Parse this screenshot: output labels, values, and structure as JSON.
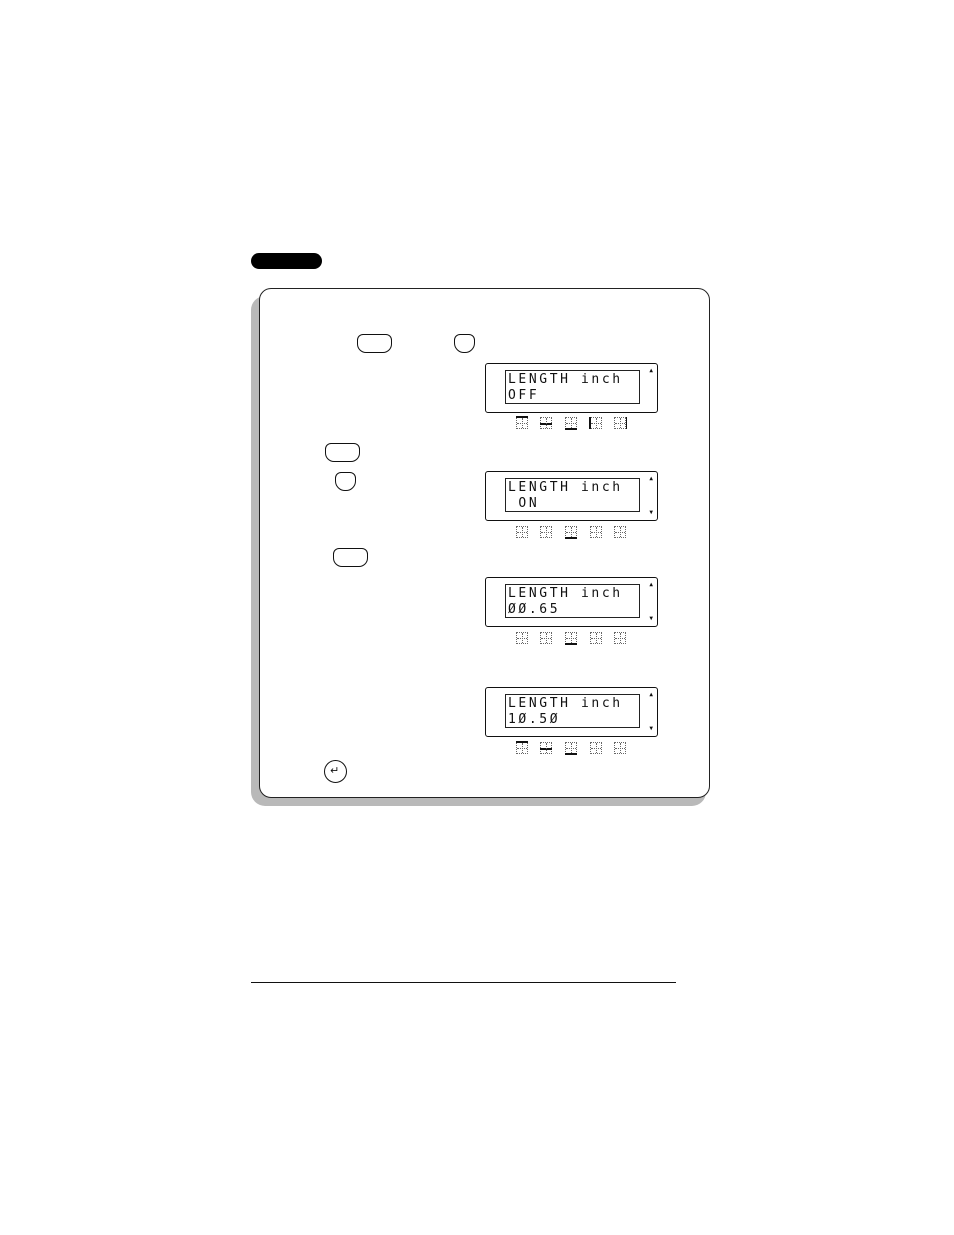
{
  "displays": [
    {
      "line1": "LENGTH inch",
      "line2": "OFF",
      "arrow_up": "▲",
      "arrow_down": ""
    },
    {
      "line1": "LENGTH inch",
      "line2": " ON",
      "arrow_up": "▲",
      "arrow_down": "▼"
    },
    {
      "line1": "LENGTH inch",
      "line2": "ØØ.65",
      "arrow_up": "▲",
      "arrow_down": "▼"
    },
    {
      "line1": "LENGTH inch",
      "line2": "1Ø.5Ø",
      "arrow_up": "▲",
      "arrow_down": "▼"
    }
  ],
  "keys": {
    "enter_glyph": "↵"
  }
}
